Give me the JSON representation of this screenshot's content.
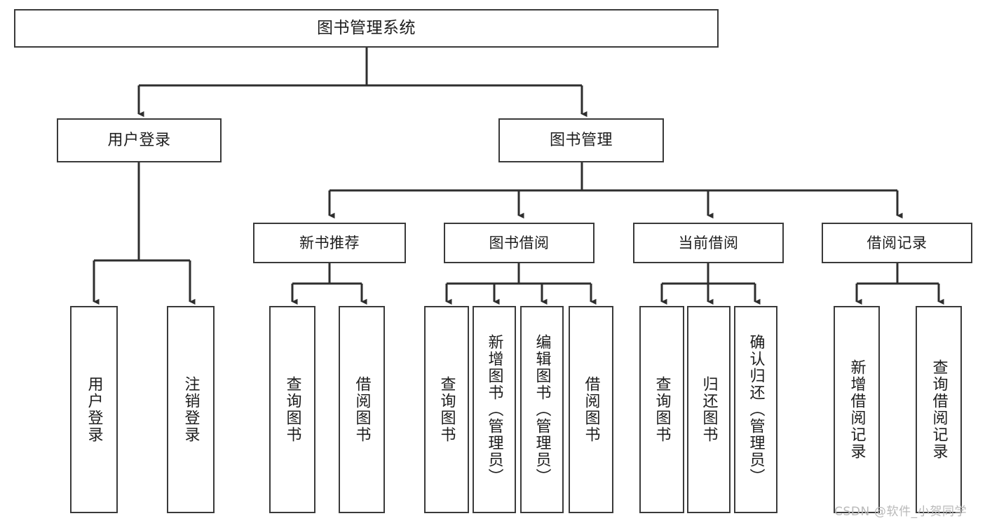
{
  "diagram": {
    "title": "图书管理系统",
    "type": "tree-hierarchy",
    "watermark": "CSDN @软件_小贺同学",
    "colors": {
      "box_border": "#3a3a3a",
      "box_fill": "#ffffff",
      "connector": "#2e2e2e",
      "text": "#1d1d1d",
      "watermark": "#b9b9b9",
      "background": "#ffffff"
    }
  },
  "nodes": {
    "root": {
      "label": "图书管理系统"
    },
    "level1": [
      {
        "label": "用户登录"
      },
      {
        "label": "图书管理"
      }
    ],
    "level2": [
      {
        "label": "新书推荐"
      },
      {
        "label": "图书借阅"
      },
      {
        "label": "当前借阅"
      },
      {
        "label": "借阅记录"
      }
    ],
    "leaves": {
      "user_login": [
        {
          "label": "用户登录"
        },
        {
          "label": "注销登录"
        }
      ],
      "new_book_recommend": [
        {
          "label": "查询图书"
        },
        {
          "label": "借阅图书"
        }
      ],
      "book_borrow": [
        {
          "label": "查询图书"
        },
        {
          "label": "新增图书（管理员）"
        },
        {
          "label": "编辑图书（管理员）"
        },
        {
          "label": "借阅图书"
        }
      ],
      "current_borrow": [
        {
          "label": "查询图书"
        },
        {
          "label": "归还图书"
        },
        {
          "label": "确认归还（管理员）"
        }
      ],
      "borrow_record": [
        {
          "label": "新增借阅记录"
        },
        {
          "label": "查询借阅记录"
        }
      ]
    }
  }
}
